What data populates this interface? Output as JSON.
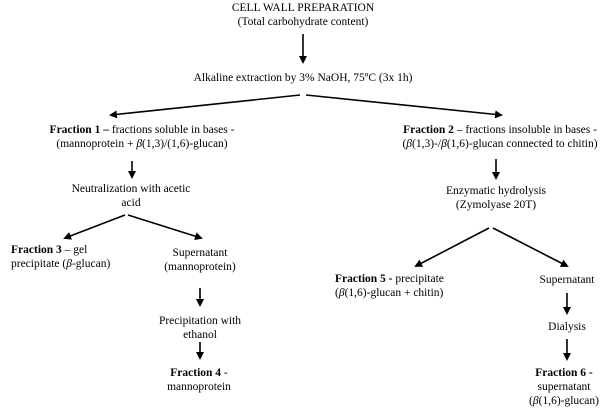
{
  "root": {
    "line1": "CELL WALL PREPARATION",
    "line2": "(Total carbohydrate content)"
  },
  "extraction": {
    "label": "Alkaline extraction by 3% NaOH, 75ºC (3x 1h)"
  },
  "fraction1": {
    "title": "Fraction 1 –",
    "desc": " fractions soluble in bases  -",
    "line2_pre": "(mannoprotein + ",
    "beta": "β",
    "line2_post": "(1,3)/(1,6)-glucan)"
  },
  "fraction2": {
    "title": "Fraction 2",
    "desc": " – fractions insoluble in bases  -",
    "line2_pre": "(",
    "beta1": "β",
    "line2_mid": "(1,3)-/",
    "beta2": "β",
    "line2_post": "(1,6)-glucan connected to chitin)"
  },
  "neutralization": {
    "line1": "Neutralization with acetic",
    "line2": "acid"
  },
  "enzymatic": {
    "line1": "Enzymatic hydrolysis",
    "line2": "(Zymolyase 20T)"
  },
  "fraction3": {
    "title": "Fraction 3",
    "desc": " – gel",
    "line2_pre": "precipitate  (",
    "beta": "β",
    "line2_post": "-glucan)"
  },
  "supernatant_left": {
    "line1": "Supernatant",
    "line2": "(mannoprotein)"
  },
  "precipitation": {
    "line1": "Precipitation with",
    "line2": "ethanol"
  },
  "fraction4": {
    "title": "Fraction 4",
    "desc": " -",
    "line2": "mannoprotein"
  },
  "fraction5": {
    "title": "Fraction 5 -",
    "desc": " precipitate",
    "line2_pre": "(",
    "beta": "β",
    "line2_post": "(1,6)-glucan + chitin)"
  },
  "supernatant_right": {
    "line1": "Supernatant"
  },
  "dialysis": {
    "label": "Dialysis"
  },
  "fraction6": {
    "title": "Fraction 6 -",
    "line2": "supernatant",
    "line3_pre": "(",
    "beta": "β",
    "line3_post": "(1,6)-glucan)"
  }
}
